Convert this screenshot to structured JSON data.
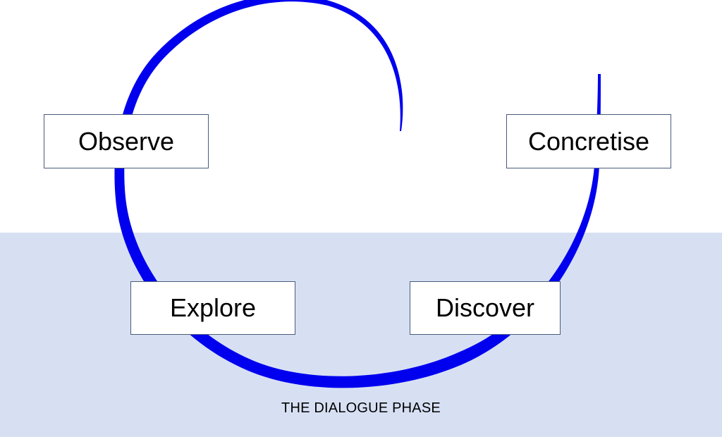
{
  "diagram": {
    "steps": {
      "observe": "Observe",
      "concretise": "Concretise",
      "explore": "Explore",
      "discover": "Discover"
    },
    "phase_label": "THE DIALOGUE PHASE"
  },
  "colors": {
    "arc": "#0000ee",
    "phase_band": "#d7e0f3",
    "box_border": "#4a5b7c"
  }
}
